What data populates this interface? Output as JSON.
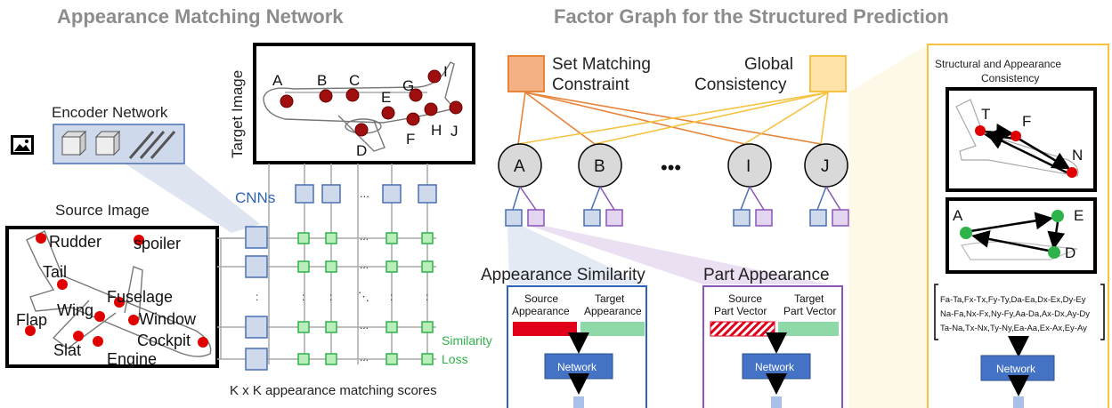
{
  "titles": {
    "left": "Appearance Matching Network",
    "right": "Factor Graph for the Structured Prediction"
  },
  "encoder": {
    "label": "Encoder Network"
  },
  "target": {
    "label": "Target Image",
    "points": [
      "A",
      "B",
      "C",
      "D",
      "E",
      "F",
      "G",
      "H",
      "I",
      "J"
    ]
  },
  "source": {
    "label": "Source Image",
    "parts": [
      "Rudder",
      "spoiler",
      "Tail",
      "Fuselage",
      "Wing",
      "Window",
      "Flap",
      "Slat",
      "Cockpit",
      "Engine"
    ]
  },
  "grid": {
    "cnns_label": "CNNs",
    "ellipsis": "...",
    "vdots": ":",
    "loss_label_1": "Similarity",
    "loss_label_2": "Loss",
    "caption": "K x K appearance matching scores"
  },
  "factor_graph": {
    "set_matching_1": "Set Matching",
    "set_matching_2": "Constraint",
    "global_1": "Global",
    "global_2": "Consistency",
    "nodes": [
      "A",
      "B",
      "I",
      "J"
    ],
    "dots": "•••"
  },
  "panels": {
    "appearance_similarity": {
      "title": "Appearance Similarity",
      "col1_line1": "Source",
      "col1_line2": "Appearance",
      "col2_line1": "Target",
      "col2_line2": "Appearance",
      "network": "Network"
    },
    "part_appearance": {
      "title": "Part Appearance",
      "col1_line1": "Source",
      "col1_line2": "Part Vector",
      "col2_line1": "Target",
      "col2_line2": "Part Vector",
      "network": "Network"
    },
    "structural": {
      "title_1": "Structural and Appearance",
      "title_2": "Consistency",
      "top_labels": [
        "T",
        "F",
        "N"
      ],
      "mid_labels": [
        "A",
        "E",
        "D"
      ],
      "matrix_rows": [
        "Fa-Ta,Fx-Tx,Fy-Ty,Da-Ea,Dx-Ex,Dy-Ey",
        "Na-Fa,Nx-Fx,Ny-Fy,Aa-Da,Ax-Dx,Ay-Dy",
        "Ta-Na,Tx-Nx,Ty-Ny,Ea-Aa,Ex-Ax,Ey-Ay"
      ],
      "network": "Network"
    }
  },
  "colors": {
    "title_gray": "#8c8c8c",
    "blue_box": "#cfd9ec",
    "blue_stroke": "#4a6fb3",
    "green": "#2eb24a",
    "orange": "#e8833a",
    "yellow": "#f5c242",
    "red": "#c0001a",
    "network_blue": "#4472c4",
    "purple": "#8a55b8"
  }
}
